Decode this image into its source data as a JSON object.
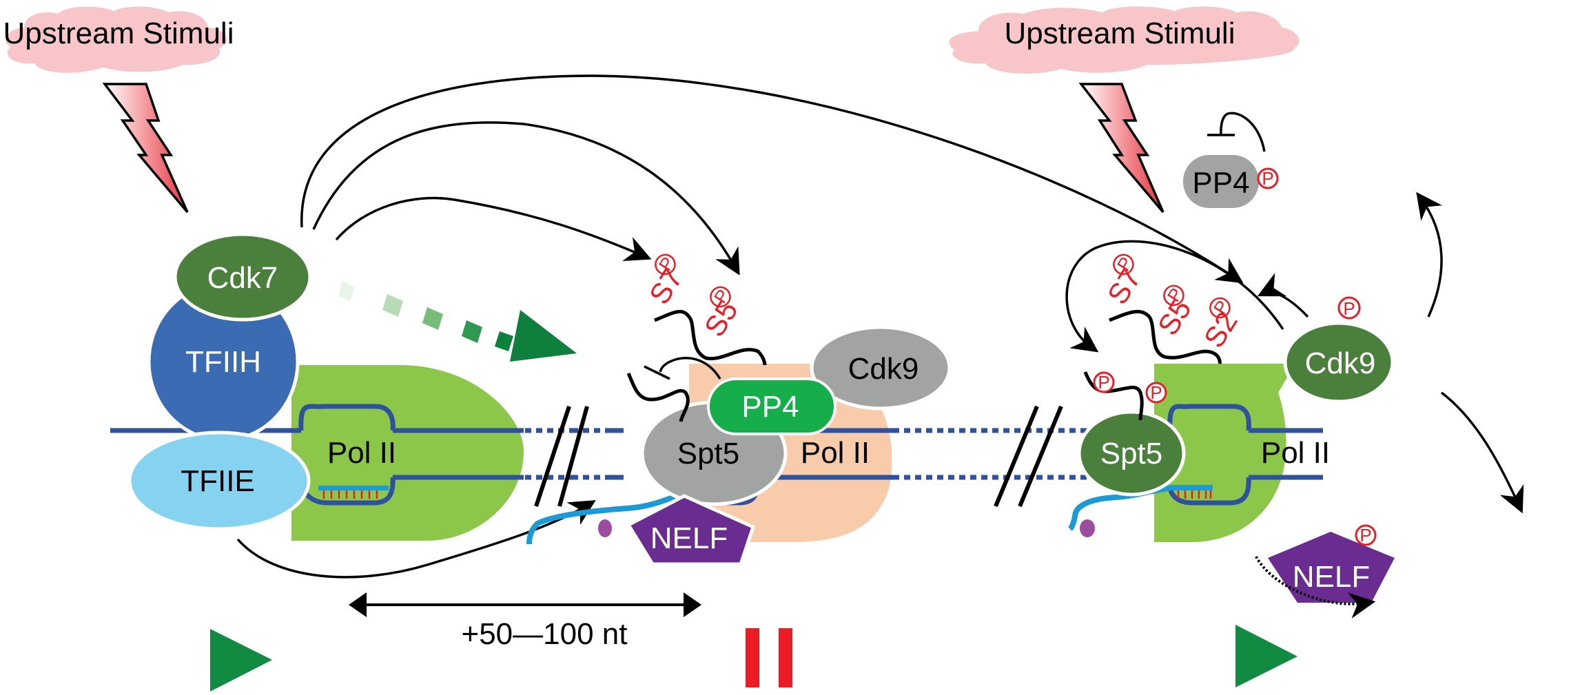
{
  "stimuli": [
    {
      "label": "Upstream Stimuli"
    },
    {
      "label": "Upstream Stimuli"
    }
  ],
  "panel1": {
    "cdk7": "Cdk7",
    "tfiih": "TFIIH",
    "tfiie": "TFIIE",
    "pol2": "Pol II"
  },
  "panel2": {
    "s7": "S7",
    "s5": "S5",
    "pp4": "PP4",
    "spt5": "Spt5",
    "pol2": "Pol II",
    "cdk9": "Cdk9",
    "nelf": "NELF"
  },
  "panel3": {
    "s7": "S7",
    "s5": "S5",
    "s2": "S2",
    "pp4": "PP4",
    "spt5": "Spt5",
    "pol2": "Pol II",
    "cdk9": "Cdk9",
    "nelf": "NELF"
  },
  "phospho_mark": "P",
  "distance_label": "+50—100 nt",
  "colors": {
    "cloud": "#f8c6c8",
    "bolt_red": "#e8323c",
    "cdk7_green": "#4b7f3c",
    "tfiih_blue": "#3b6bb3",
    "tfiie_lightblue": "#86d2f1",
    "pol2_green": "#8dc74a",
    "pol2_paused_peach": "#f8ccaa",
    "gray_factor": "#a2a3a3",
    "pp4_green": "#16ad4b",
    "nelf_purple": "#6a2c90",
    "dna_blue": "#2e51a2",
    "rna_cyan": "#1a9ad6",
    "phospho_red": "#ed1c24",
    "start_triangle": "#118a42",
    "pause_bars": "#ed1c24",
    "cap_purple": "#9c4da0"
  }
}
